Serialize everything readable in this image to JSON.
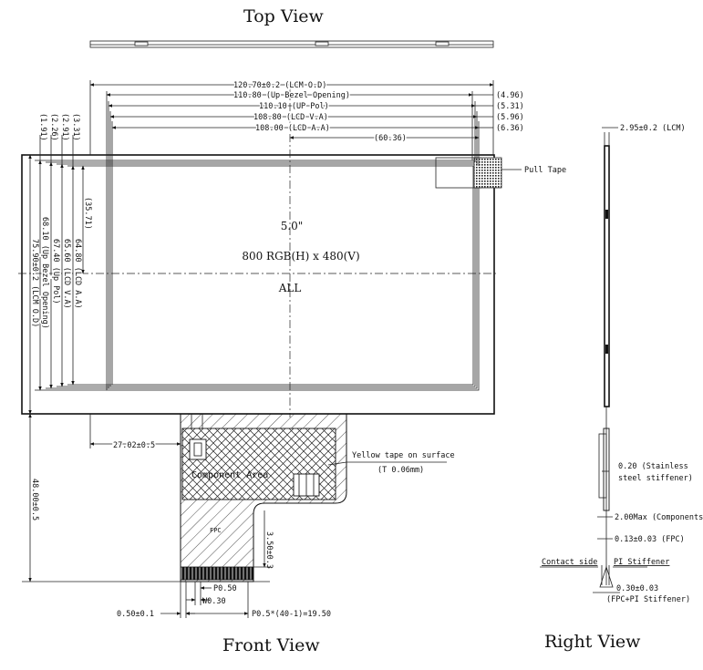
{
  "views": {
    "top": "Top View",
    "front": "Front View",
    "right": "Right View"
  },
  "panel": {
    "size": "5.0\"",
    "resolution": "800 RGB(H) x 480(V)",
    "mode": "ALL"
  },
  "horizontal_dims": {
    "lcm_od": "120.70±0.2 (LCM O.D)",
    "bezel": "110.80 (Up Bezel Opening)",
    "pol": "110.10 (UP Pol)",
    "va": "108.80 (LCD V.A)",
    "aa": "108.00 (LCD A.A)",
    "r1": "(4.96)",
    "r2": "(5.31)",
    "r3": "(5.96)",
    "r4": "(6.36)",
    "half": "(60.36)"
  },
  "vertical_dims": {
    "lcm_od": "75.90±0.2 (LCM O.D)",
    "bezel": "68.10 (Up Bezel Opening)",
    "pol": "67.40 (Up Pol)",
    "va": "65.60 (LCD V.A)",
    "aa": "64.80 (LCD A.A)",
    "t1": "(3.31)",
    "t2": "(2.91)",
    "t3": "(2.26)",
    "t4": "(1.91)",
    "half": "(35.71)"
  },
  "pull_tape": "Pull Tape",
  "fpc": {
    "offset": "27.02±0.5",
    "total_length": "48.00±0.5",
    "tape_note": "Yellow tape on surface",
    "tape_thickness": "(T 0.06mm)",
    "component_area": "Component Area",
    "stiffener_height": "3.50±0.3",
    "pitch": "P0.50",
    "width": "W0.30",
    "pin_span": "P0.5*(40-1)=19.50",
    "edge": "0.50±0.1",
    "fpc_label": "FPC"
  },
  "side": {
    "lcm_thickness": "2.95±0.2 (LCM)",
    "steel_1": "0.20 (Stainless",
    "steel_2": "steel stiffener)",
    "components": "2.00Max (Components)",
    "fpc": "0.13±0.03 (FPC)",
    "contact": "Contact side",
    "pi": "PI Stiffener",
    "total_1": "0.30±0.03",
    "total_2": "(FPC+PI Stiffener)"
  }
}
